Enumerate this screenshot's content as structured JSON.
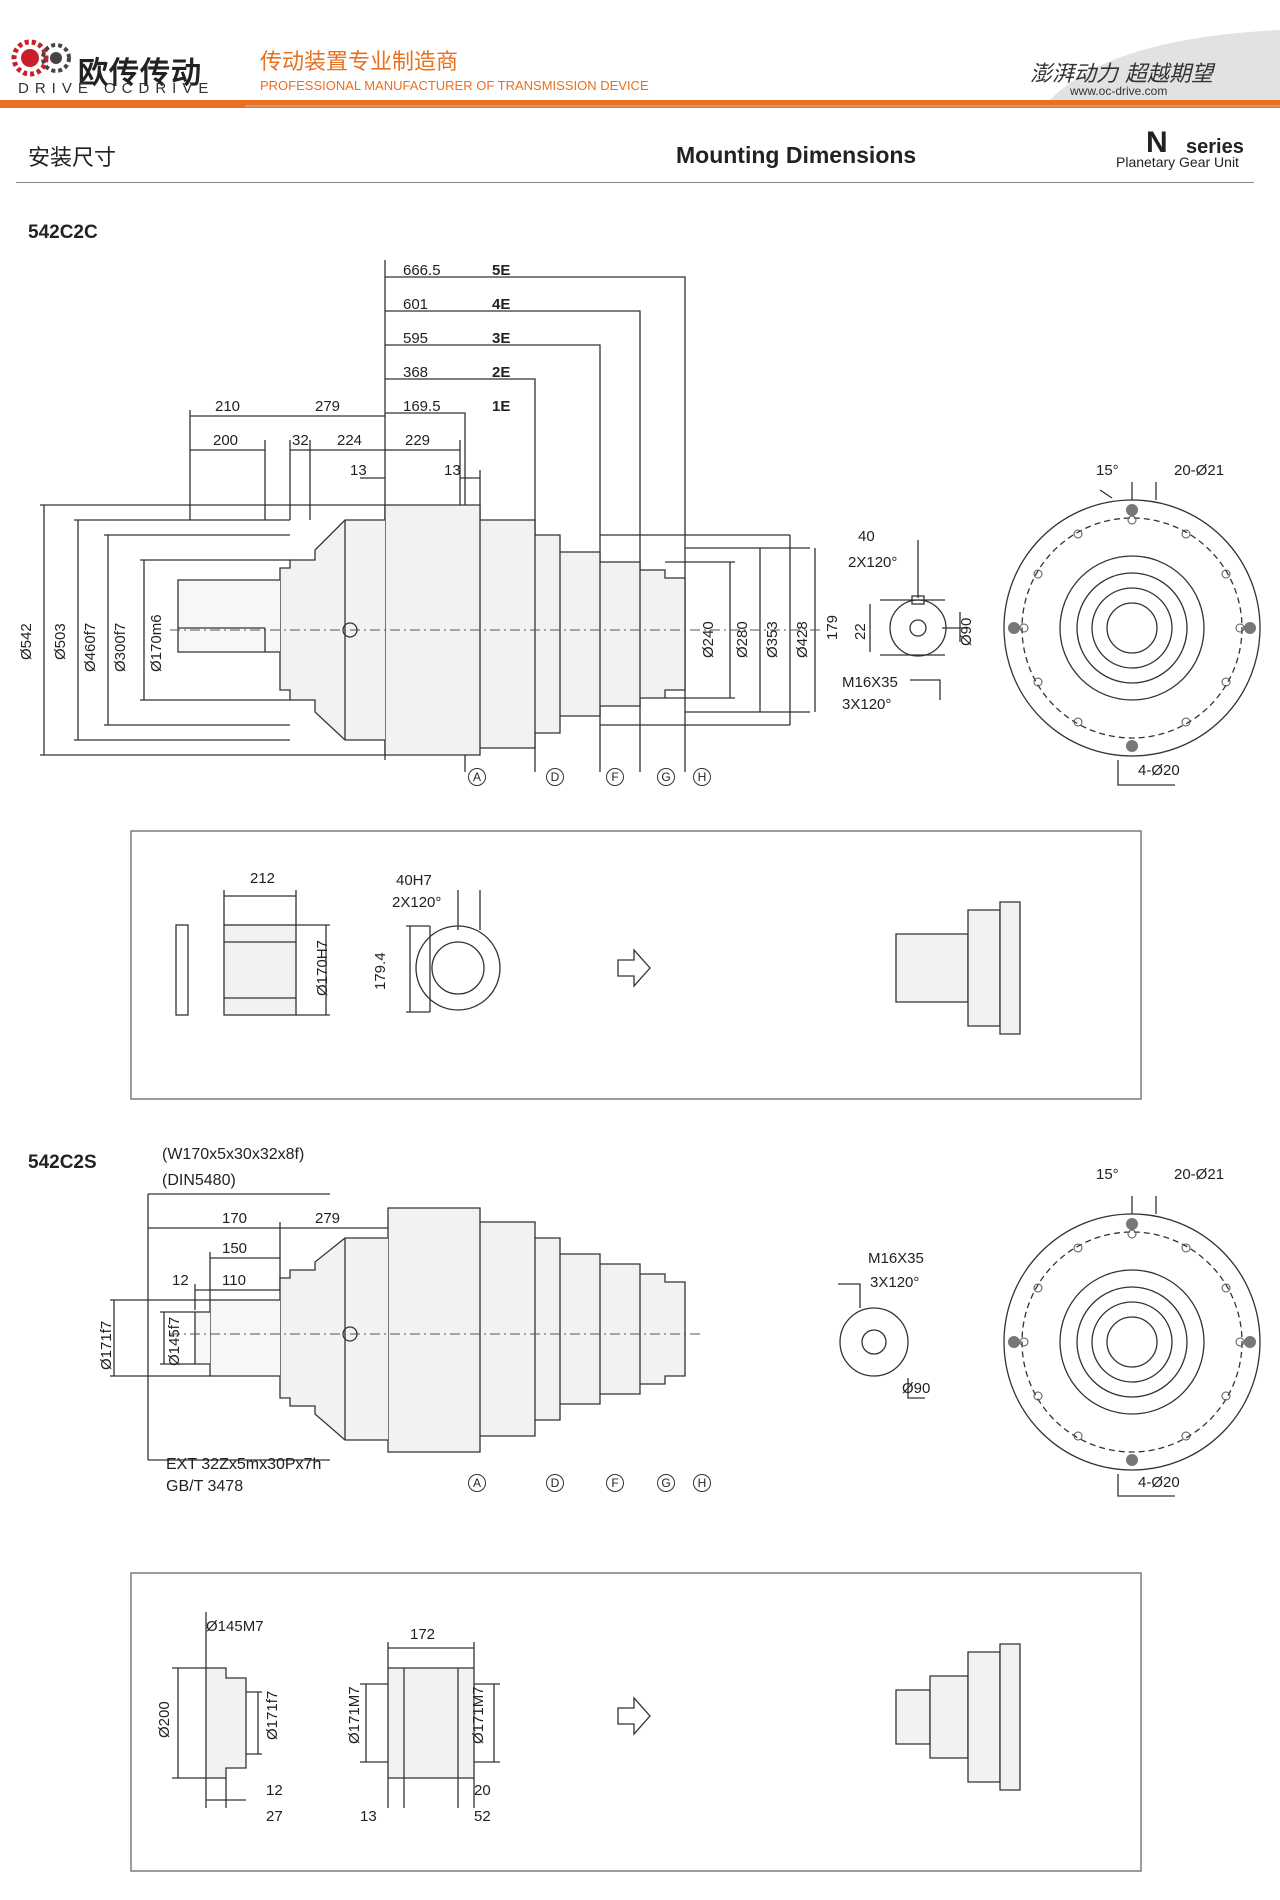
{
  "header": {
    "logo_mark": "OC",
    "brand_cn": "欧传传动",
    "brand_en": "DRIVE OCDRIVE",
    "tagline_cn": "传动装置专业制造商",
    "tagline_en": "PROFESSIONAL MANUFACTURER OF TRANSMISSION DEVICE",
    "slogan": "澎湃动力 超越期望",
    "website": "www.oc-drive.com",
    "accent_color": "#e8701e"
  },
  "title": {
    "cn": "安装尺寸",
    "en": "Mounting Dimensions",
    "series_letter": "N",
    "series_word": "series",
    "series_sub": "Planetary Gear Unit"
  },
  "section1": {
    "model": "542C2C",
    "stages": [
      {
        "value": "666.5",
        "label": "5E"
      },
      {
        "value": "601",
        "label": "4E"
      },
      {
        "value": "595",
        "label": "3E"
      },
      {
        "value": "368",
        "label": "2E"
      },
      {
        "value": "169.5",
        "label": "1E"
      }
    ],
    "dims": {
      "d210": "210",
      "d279": "279",
      "d200": "200",
      "d32": "32",
      "d224": "224",
      "d229": "229",
      "d13a": "13",
      "d13b": "13",
      "dia542": "Ø542",
      "dia503": "Ø503",
      "dia460": "Ø460f7",
      "dia300": "Ø300f7",
      "dia170": "Ø170m6",
      "dia240": "Ø240",
      "dia280": "Ø280",
      "dia353": "Ø353",
      "dia428": "Ø428",
      "key40": "40",
      "key2x120": "2X120°",
      "h179": "179",
      "h22": "22",
      "dia90": "Ø90",
      "m16": "M16X35",
      "m3x120": "3X120°",
      "ang15": "15°",
      "holes20": "20-Ø21",
      "holes4": "4-Ø20"
    },
    "refs": [
      "A",
      "D",
      "F",
      "G",
      "H"
    ],
    "box": {
      "d212": "212",
      "key": "40H7",
      "key2x120": "2X120°",
      "h179_4": "179.4",
      "dia170h7": "Ø170H7"
    }
  },
  "section2": {
    "model": "542C2S",
    "spline1": "(W170x5x30x32x8f)",
    "spline2": "(DIN5480)",
    "dims": {
      "d170": "170",
      "d279": "279",
      "d150": "150",
      "d12": "12",
      "d110": "110",
      "dia171": "Ø171f7",
      "dia145": "Ø145f7",
      "m16": "M16X35",
      "m3x120": "3X120°",
      "dia90": "Ø90",
      "ang15": "15°",
      "holes20": "20-Ø21",
      "holes4": "4-Ø20"
    },
    "ext1": "EXT 32Zx5mx30Px7h",
    "ext2": "GB/T 3478",
    "refs": [
      "A",
      "D",
      "F",
      "G",
      "H"
    ],
    "box": {
      "dia145m7": "Ø145M7",
      "dia200": "Ø200",
      "dia171f7": "Ø171f7",
      "d12": "12",
      "d27": "27",
      "d172": "172",
      "dia171m7a": "Ø171M7",
      "dia171m7b": "Ø171M7",
      "d13": "13",
      "d20": "20",
      "d52": "52"
    }
  }
}
